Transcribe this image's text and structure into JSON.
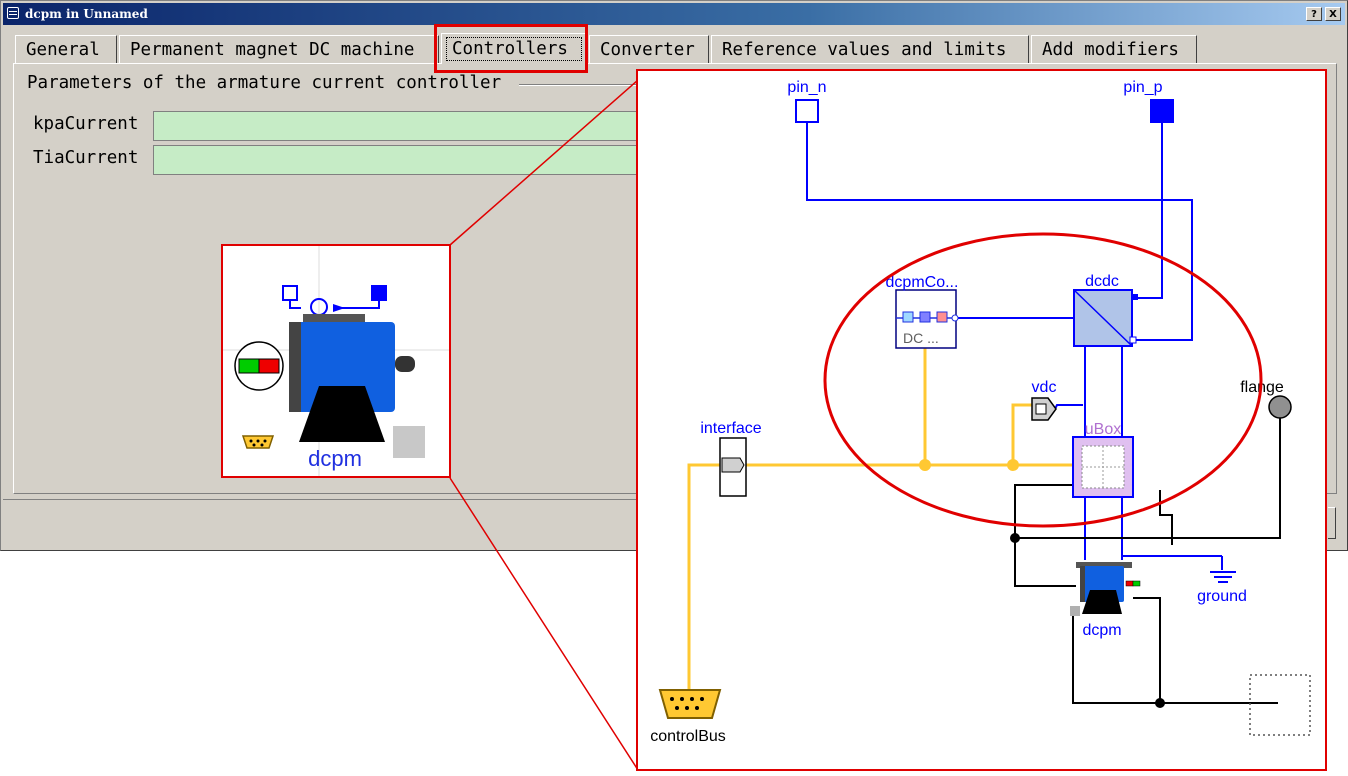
{
  "window": {
    "title": "dcpm in Unnamed",
    "help_button": "?",
    "close_button": "X"
  },
  "tabs": [
    {
      "label": "General"
    },
    {
      "label": "Permanent magnet DC machine"
    },
    {
      "label": "Controllers"
    },
    {
      "label": "Converter"
    },
    {
      "label": "Reference values and limits"
    },
    {
      "label": "Add modifiers"
    }
  ],
  "group": {
    "title": "Parameters of the armature current controller",
    "params": [
      {
        "label": "kpaCurrent",
        "value": ""
      },
      {
        "label": "TiaCurrent",
        "value": ""
      }
    ]
  },
  "icon_preview": {
    "name": "dcpm"
  },
  "diagram": {
    "components": {
      "pin_n": "pin_n",
      "pin_p": "pin_p",
      "controller": "dcpmCo...",
      "controller_text": "DC ...",
      "dcdc": "dcdc",
      "vdc": "vdc",
      "ubox": "uBox",
      "interface": "interface",
      "flange": "flange",
      "ground": "ground",
      "dcpm": "dcpm",
      "controlBus": "controlBus"
    }
  },
  "colors": {
    "highlight": "#e00000",
    "param_field": "#c6ecc6",
    "connector_blue": "#0000ff",
    "bus_yellow": "#ffc832"
  }
}
